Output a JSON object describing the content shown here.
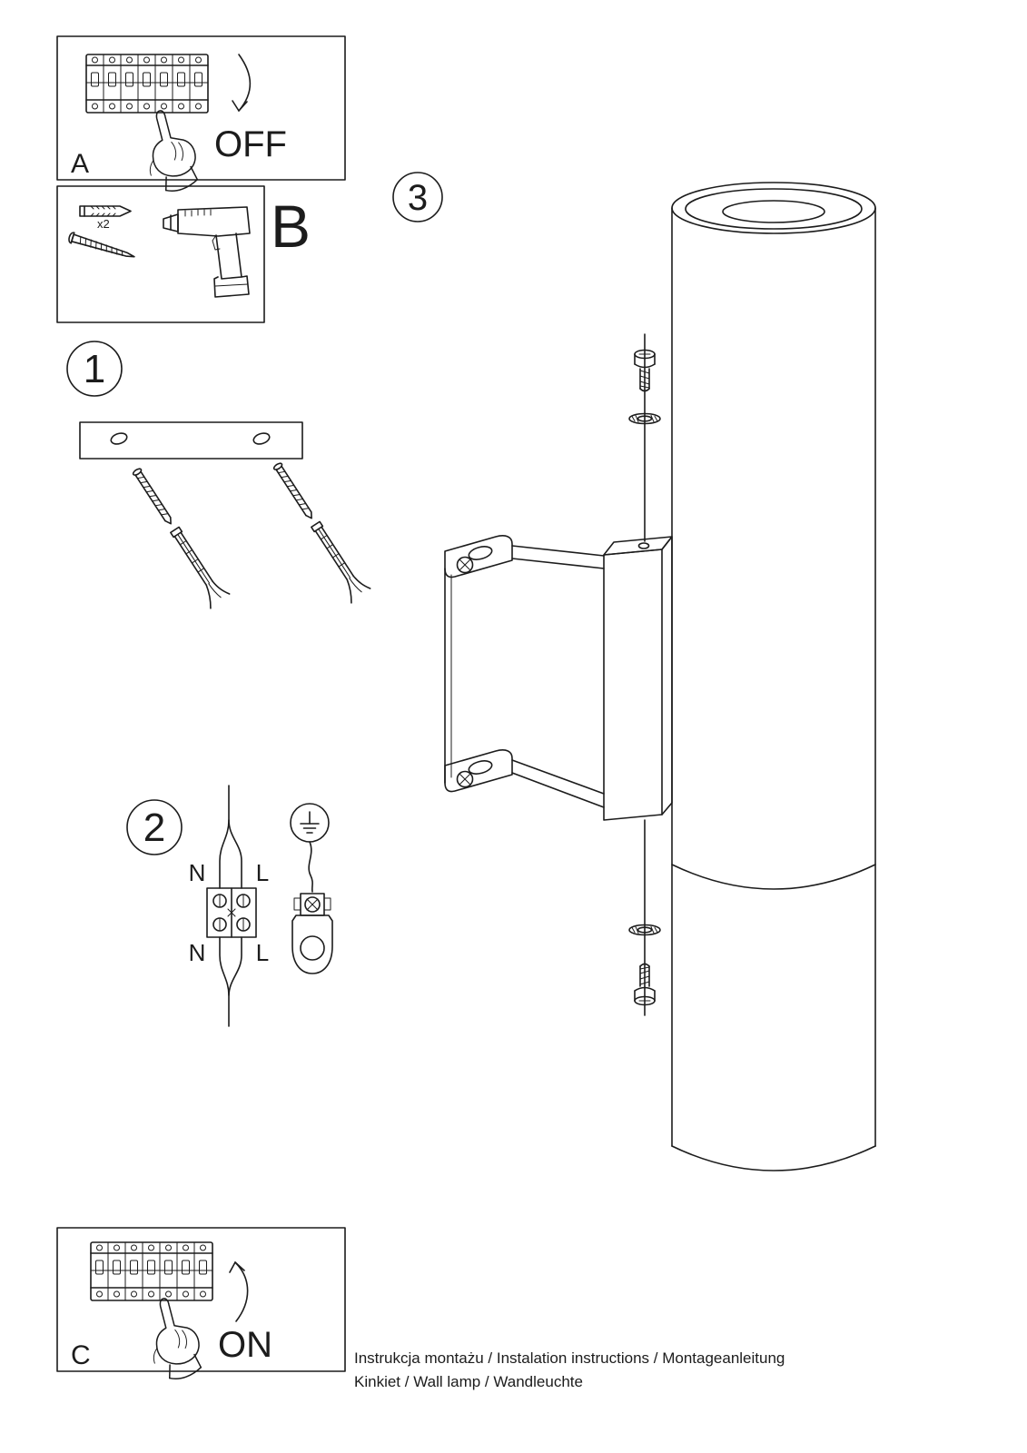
{
  "page": {
    "background": "#ffffff",
    "ink": "#1c1c1c"
  },
  "panels": {
    "a": {
      "label": "A",
      "action": "OFF"
    },
    "b": {
      "label": "B",
      "quantity_note": "x2"
    },
    "c": {
      "label": "C",
      "action": "ON"
    }
  },
  "step_numbers": {
    "one": "1",
    "two": "2",
    "three": "3"
  },
  "wiring_labels": {
    "n_top": "N",
    "l_top": "L",
    "n_bottom": "N",
    "l_bottom": "L"
  },
  "icons": {
    "ground": "earth-ground-symbol",
    "off_arrow": "curved-arrow-down",
    "on_arrow": "curved-arrow-up"
  },
  "footer": {
    "line1": "Instrukcja montażu / Instalation instructions / Montageanleitung",
    "line2": "Kinkiet  / Wall lamp / Wandleuchte"
  }
}
